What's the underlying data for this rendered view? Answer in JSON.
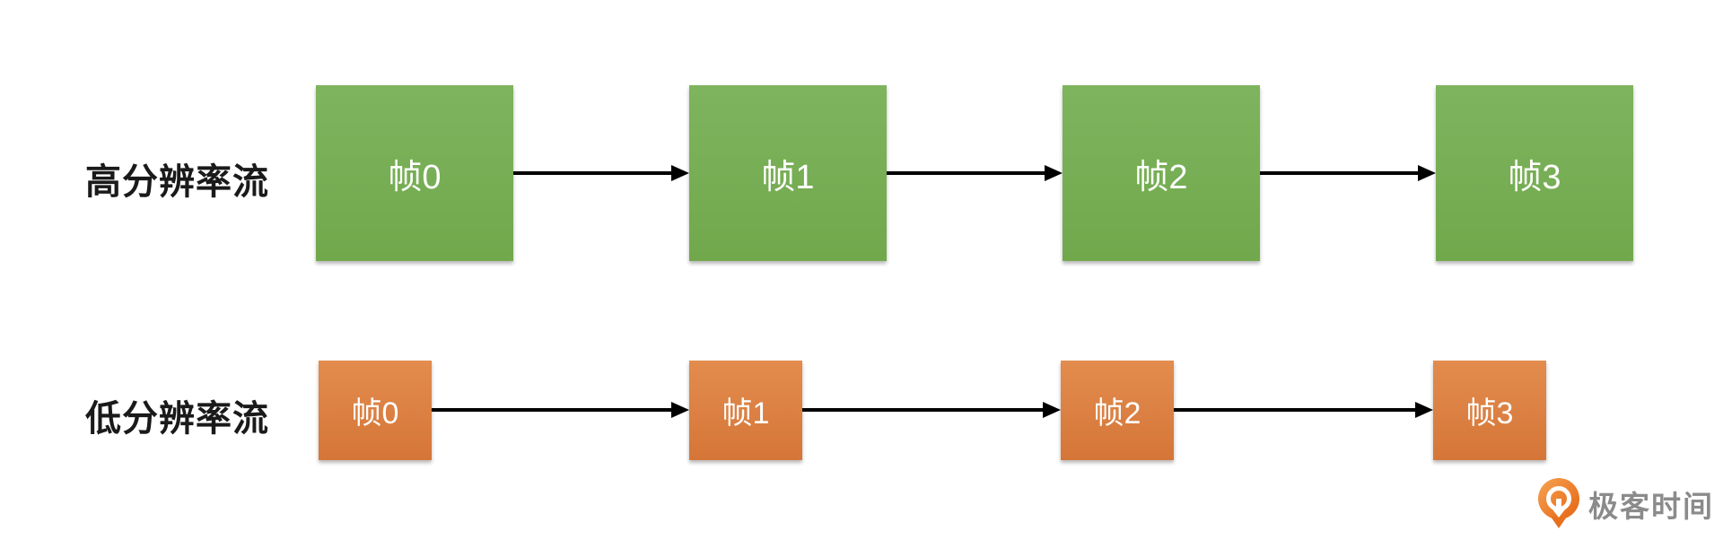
{
  "diagram_title": "",
  "streams": [
    {
      "label": "高分辨率流",
      "frames": [
        "帧0",
        "帧1",
        "帧2",
        "帧3"
      ],
      "box_color_top": "#7eb45e",
      "box_color_bottom": "#71a84c"
    },
    {
      "label": "低分辨率流",
      "frames": [
        "帧0",
        "帧1",
        "帧2",
        "帧3"
      ],
      "box_color_top": "#e28c4e",
      "box_color_bottom": "#d57638"
    }
  ],
  "arrows": {
    "direction": "left-to-right",
    "color": "#000000"
  },
  "colors": {
    "background": "#ffffff",
    "label_text": "#1a1a1a",
    "frame_text": "#ffffff",
    "logo_icon": "#e8701f",
    "logo_text": "#8b8b8b"
  },
  "logo": {
    "text": "极客时间",
    "icon": "geektime-pin-icon"
  }
}
